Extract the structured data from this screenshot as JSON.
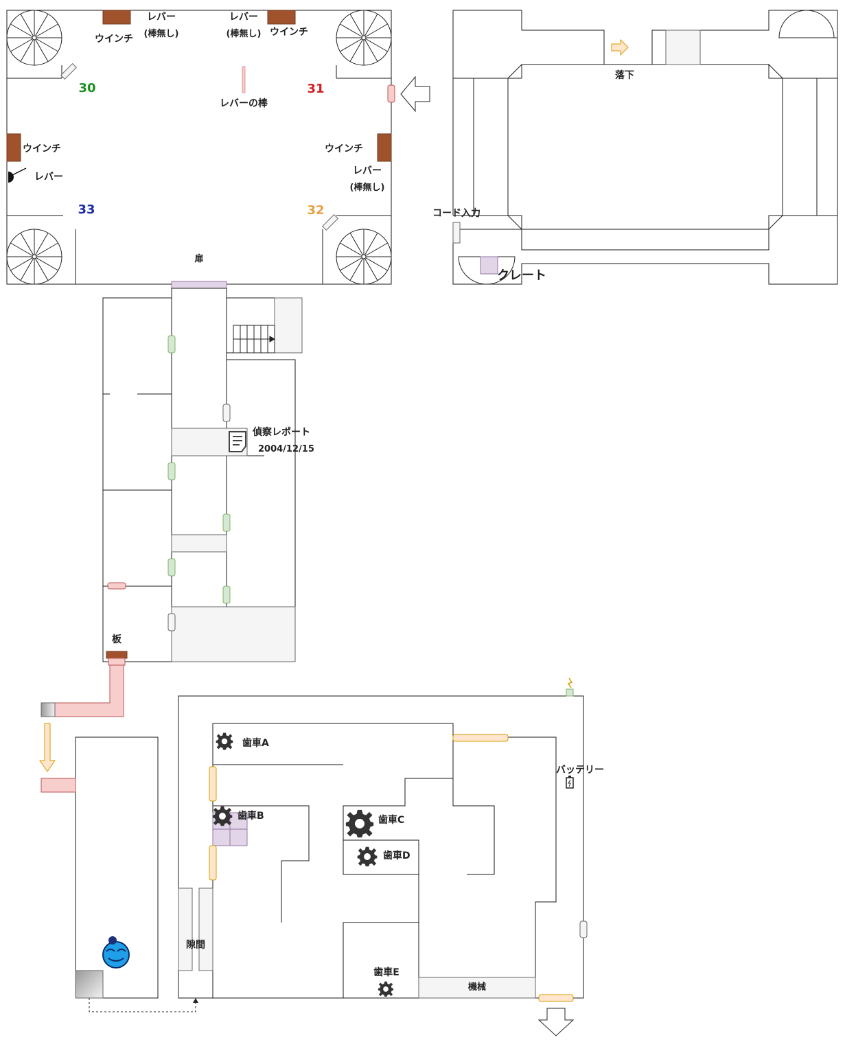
{
  "upper_left_room": {
    "winch_top_left": "ウインチ",
    "lever_no_rod_top_left_1": "レバー",
    "lever_no_rod_top_left_2": "(棒無し)",
    "lever_no_rod_top_right_1": "レバー",
    "lever_no_rod_top_right_2": "(棒無し)",
    "winch_top_right": "ウインチ",
    "lever_rod": "レバーの棒",
    "winch_left": "ウインチ",
    "lever_left": "レバー",
    "winch_right": "ウインチ",
    "lever_no_rod_right_1": "レバー",
    "lever_no_rod_right_2": "(棒無し)",
    "door": "扉",
    "num_30": "30",
    "num_31": "31",
    "num_32": "32",
    "num_33": "33",
    "num_30_color": "#1a8f1a",
    "num_31_color": "#d62020",
    "num_32_color": "#e8a040",
    "num_33_color": "#1f2fa8"
  },
  "upper_right_room": {
    "fall": "落下",
    "code_input": "コード入力",
    "crate": "クレート"
  },
  "middle_area": {
    "report_title": "偵察レポート",
    "report_date": "2004/12/15",
    "board": "板"
  },
  "gear_room": {
    "gear_a": "歯車A",
    "gear_b": "歯車B",
    "gear_c": "歯車C",
    "gear_d": "歯車D",
    "gear_e": "歯車E",
    "battery": "バッテリー",
    "gap": "隙間",
    "machine": "機械"
  },
  "colors": {
    "wall": "#1a1a1a",
    "winch": "#a0522d",
    "pink_door": "#f8cecc",
    "green_door": "#d5e8d4",
    "gray_door": "#f5f5f5",
    "purple": "#e1d5e7",
    "orange_door": "#ffe6cc",
    "gear": "#333333",
    "player": "#1e9fe8"
  },
  "icons": [
    "spiral-staircase-icon",
    "winch-icon",
    "lever-icon",
    "gear-icon",
    "battery-icon",
    "document-icon",
    "player-icon",
    "arrow-icon",
    "stairs-icon"
  ]
}
